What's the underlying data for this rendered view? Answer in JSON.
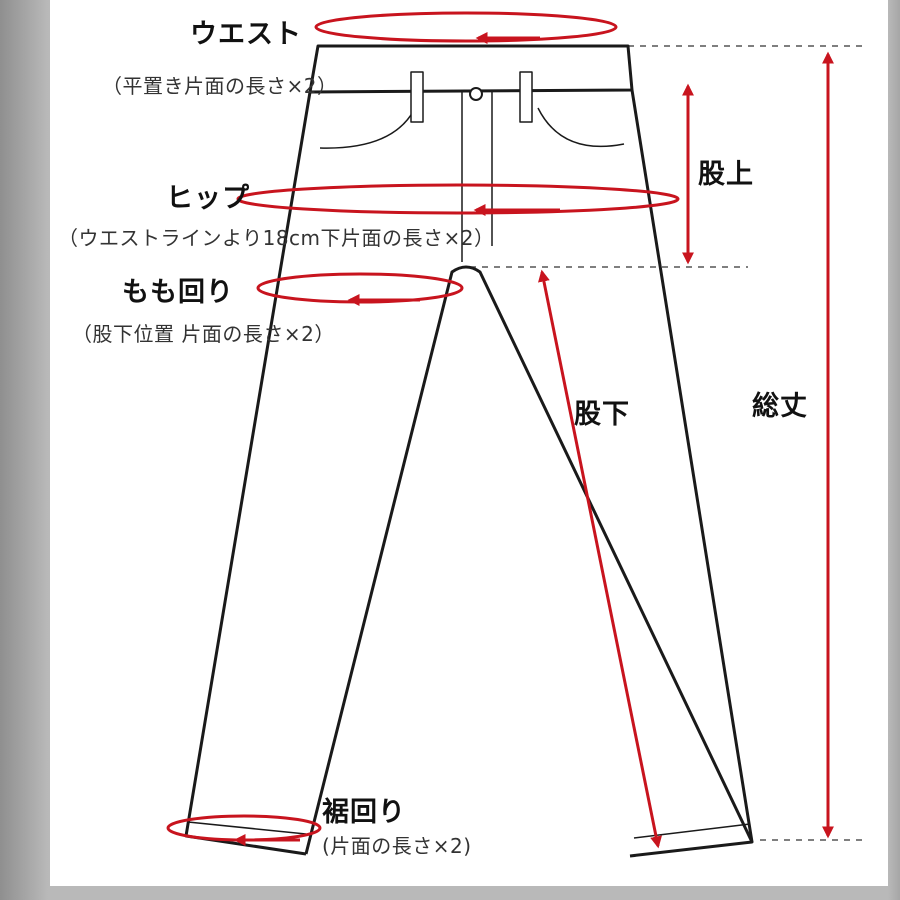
{
  "labels": {
    "waist": "ウエスト",
    "waist_note": "（平置き片面の長さ×2）",
    "hip": "ヒップ",
    "hip_note": "（ウエストラインより18cm下片面の長さ×2）",
    "thigh": "もも回り",
    "thigh_note": "（股下位置 片面の長さ×2）",
    "rise": "股上",
    "inseam": "股下",
    "total_length": "総丈",
    "hem": "裾回り",
    "hem_note": "(片面の長さ×2)"
  },
  "colors": {
    "arrow": "#c8141e",
    "outline": "#1a1a1a",
    "guide": "#555555",
    "background": "#ffffff"
  }
}
